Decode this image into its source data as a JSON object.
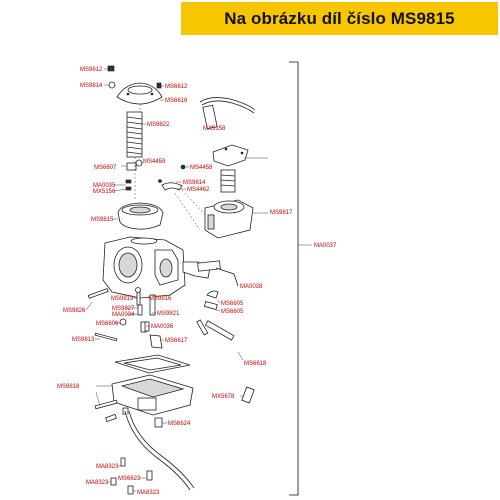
{
  "banner": {
    "text": "Na obrázku díl číslo MS9815"
  },
  "colors": {
    "banner_bg": "#f7c600",
    "label_red": "#d20000"
  },
  "labels": {
    "ms9612": "MS9612",
    "ms9814_top": "MS9814",
    "ms6612": "MS6612",
    "ms6616": "MS6616",
    "ms9822": "MS9822",
    "mx5158": "MX5158",
    "ms4459": "MS4459",
    "ms6607": "MS6607",
    "ms4458": "MS4458",
    "ma0035": "MA0035",
    "mx5156": "MX5156",
    "ms9814_mid": "MS9814",
    "ms4462": "MS4462",
    "ms9817": "MS9817",
    "ma0037": "MA0037",
    "ms9815": "MS9815",
    "ma0038": "MA0038",
    "ms9826": "MS9826",
    "ms9819": "MS9819",
    "ms9827": "MS9827",
    "ma0034": "MA0034",
    "ms9816": "MS9816",
    "ms9821": "MS9821",
    "ms6605_a": "MS6605",
    "ms6605_b": "MS6605",
    "ms6606": "MS6606",
    "ma0036": "MA0036",
    "ms9813": "MS9813",
    "ms6617": "MS6617",
    "ms6618": "MS6618",
    "ms9818": "MS9818",
    "mx5678": "MX5678",
    "ms6624": "MS6624",
    "ma8323_a": "MA8323",
    "ms6623": "MS6623",
    "ma8323_b": "MA8323",
    "ma8323_c": "MA8323"
  }
}
